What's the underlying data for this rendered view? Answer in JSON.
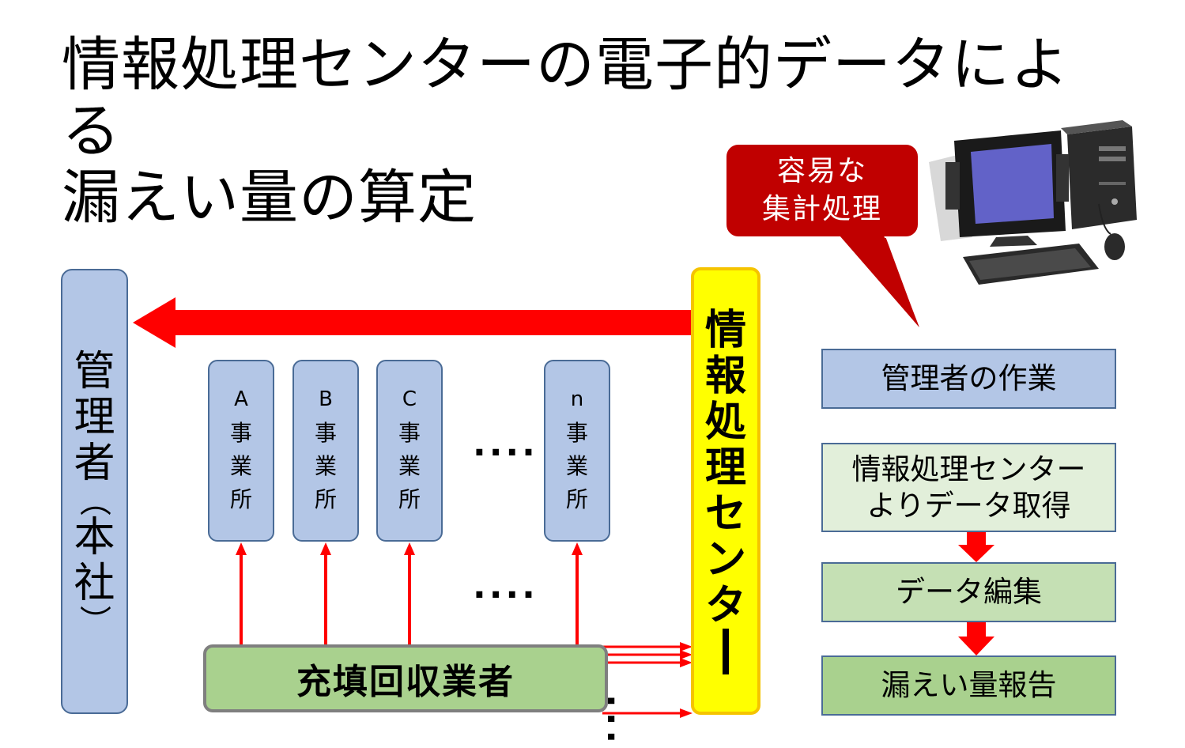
{
  "title": {
    "line1": "情報処理センターの電子的データによる",
    "line2": "漏えい量の算定"
  },
  "admin_box": {
    "label_main": [
      "管",
      "理",
      "者"
    ],
    "paren_open": "（",
    "label_sub": [
      "本",
      "社"
    ],
    "paren_close": "）"
  },
  "offices": [
    {
      "letter": "A",
      "chars": [
        "事",
        "業",
        "所"
      ]
    },
    {
      "letter": "B",
      "chars": [
        "事",
        "業",
        "所"
      ]
    },
    {
      "letter": "C",
      "chars": [
        "事",
        "業",
        "所"
      ]
    },
    {
      "letter": "n",
      "chars": [
        "事",
        "業",
        "所"
      ]
    }
  ],
  "ellipsis": {
    "upper": "....",
    "lower": "....",
    "arrows": "..."
  },
  "info_center": {
    "chars": [
      "情",
      "報",
      "処",
      "理",
      "セ",
      "ン",
      "タ"
    ],
    "bar": "ー"
  },
  "collector_label": "充填回収業者",
  "callout": {
    "line1": "容易な",
    "line2": "集計処理"
  },
  "right_panel": {
    "header": "管理者の作業",
    "step1_line1": "情報処理センター",
    "step1_line2": "よりデータ取得",
    "step2": "データ編集",
    "step3": "漏えい量報告"
  },
  "colors": {
    "blue_box": "#b3c6e6",
    "yellow_box": "#ffff00",
    "green_box": "#a9d18e",
    "light_green_box": "#e2efda",
    "arrow_red": "#ff0000",
    "callout_red": "#c00000"
  }
}
